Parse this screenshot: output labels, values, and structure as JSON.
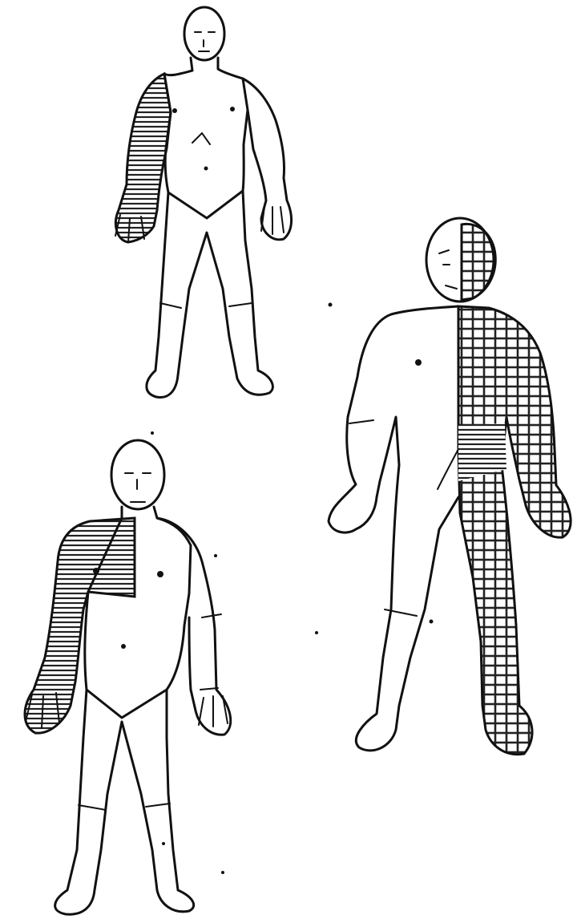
{
  "figures": [
    {
      "id": "figure-a",
      "view": "front",
      "shaded_regions": [
        "right-arm"
      ]
    },
    {
      "id": "figure-b",
      "view": "front",
      "shaded_regions": [
        "left-side-of-head",
        "left-side-of-trunk",
        "left-arm",
        "left-leg"
      ]
    },
    {
      "id": "figure-c",
      "view": "front",
      "shaded_regions": [
        "right-upper-chest",
        "right-arm"
      ]
    }
  ],
  "colors": {
    "line": "#111111",
    "hatch": "#222222",
    "background": "#ffffff"
  }
}
